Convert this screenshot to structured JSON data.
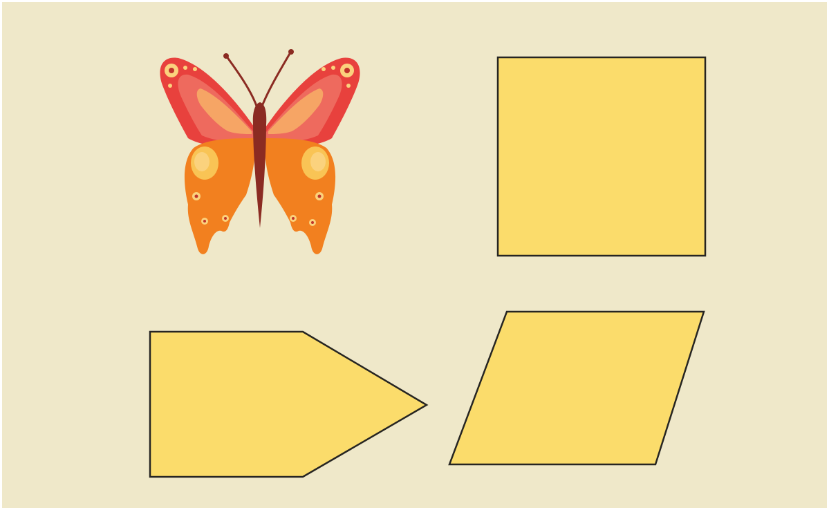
{
  "colors": {
    "background": "#efe8c9",
    "page_border": "#ffffff",
    "shape_fill": "#fbdc6b",
    "shape_stroke": "#262522",
    "butterfly_wing_red": "#e8413d",
    "butterfly_wing_pink": "#ee6a5e",
    "butterfly_wing_band": "#f6a565",
    "butterfly_wing_orange": "#f2801f",
    "butterfly_wing_light": "#f9c455",
    "butterfly_spot": "#fbd27d",
    "butterfly_body": "#8b2b22",
    "butterfly_dot": "#c1332c"
  },
  "shapes": [
    {
      "name": "butterfly",
      "kind": "picture"
    },
    {
      "name": "square",
      "kind": "polygon"
    },
    {
      "name": "pentagon-arrow",
      "kind": "polygon"
    },
    {
      "name": "parallelogram",
      "kind": "polygon"
    }
  ]
}
